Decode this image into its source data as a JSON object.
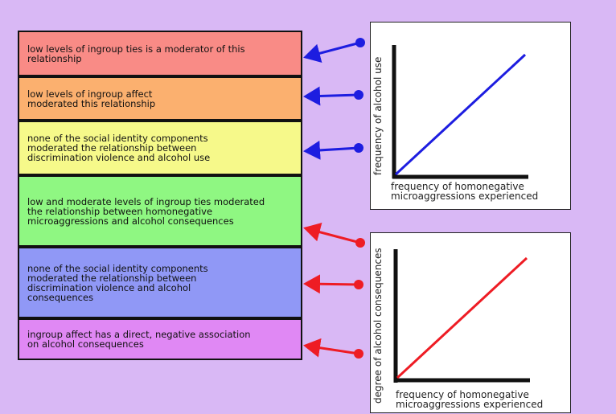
{
  "boxes": [
    {
      "text": "low levels of ingroup ties is a moderator of this relationship",
      "color": "#f98b86"
    },
    {
      "text": "low levels of ingroup affect moderated this relationship",
      "color": "#fbb06f"
    },
    {
      "text": "none of the social identity components moderated the relationship between discrimination violence and alcohol use",
      "color": "#f6f98a"
    },
    {
      "text": "low and moderate levels of ingroup ties moderated the relationship between homonegative microaggressions and alcohol consequences",
      "color": "#8ff782"
    },
    {
      "text": "none of the social identity components moderated the relationship between discrimination violence and alcohol consequences",
      "color": "#9098f6"
    },
    {
      "text": "ingroup affect has a direct, negative association on alcohol consequences",
      "color": "#e088f4"
    }
  ],
  "chart1": {
    "ylabel": "frequency of alcohol use",
    "xlabel": "frequency of homonegative microaggressions experienced",
    "line_color": "#1d1de0"
  },
  "chart2": {
    "ylabel": "degree of alcohol consequences",
    "xlabel": "frequency of homonegative microaggressions experienced",
    "line_color": "#ee1c24"
  },
  "colors": {
    "blue": "#1d1de0",
    "red": "#ee1c24"
  }
}
